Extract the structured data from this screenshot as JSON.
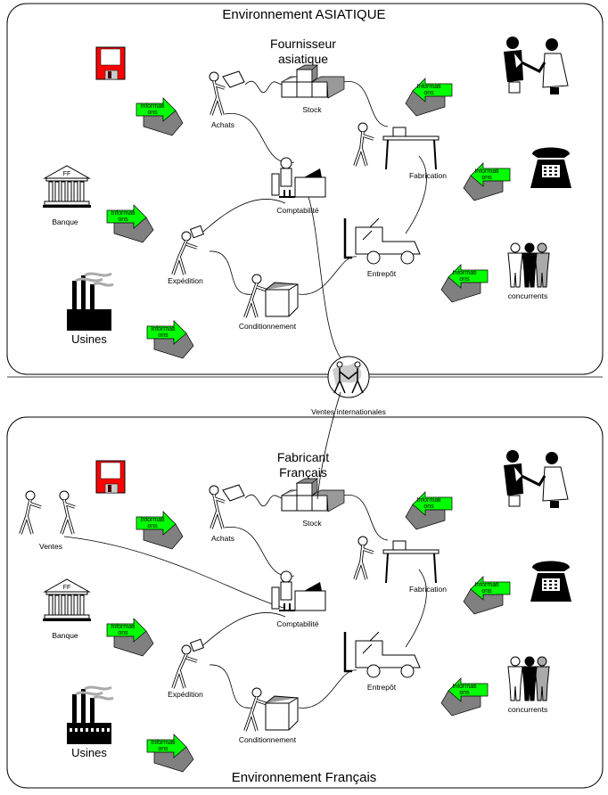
{
  "diagram": {
    "top_panel": {
      "title": "Environnement ASIATIQUE",
      "supplier": [
        "Fournisseur",
        "asiatique"
      ],
      "nodes": {
        "achats": "Achats",
        "stock": "Stock",
        "fabrication": "Fabrication",
        "comptabilite": "Comptabilité",
        "expedition": "Expédition",
        "entrepot": "Entrepôt",
        "conditionnement": "Conditionnement",
        "banque": "Banque",
        "usines": "Usines",
        "concurrents": "concurrents"
      }
    },
    "bottom_panel": {
      "title": "Environnement Français",
      "supplier": [
        "Fabricant",
        "Français"
      ],
      "nodes": {
        "ventes": "Ventes",
        "achats": "Achats",
        "stock": "Stock",
        "fabrication": "Fabrication",
        "comptabilite": "Comptabilité",
        "expedition": "Expédition",
        "entrepot": "Entrepôt",
        "conditionnement": "Conditionnement",
        "banque": "Banque",
        "usines": "Usines",
        "concurrents": "concurrents"
      }
    },
    "link": {
      "label": "Ventes internationales"
    },
    "info_label": [
      "Informati",
      "ons"
    ],
    "bank_sign": "FF",
    "colors": {
      "info_arrow": "#00ff00",
      "floppy": "#ff0000",
      "arrow_side": "#808080"
    },
    "icons": [
      "floppy-disk-icon",
      "handshake-icon",
      "telephone-icon",
      "competitors-icon",
      "bank-icon",
      "factory-icon",
      "buyer-icon",
      "stock-boxes-icon",
      "worker-icon",
      "accountant-icon",
      "shipper-icon",
      "forklift-icon",
      "packer-icon",
      "globe-handshake-icon",
      "information-arrow-icon"
    ]
  }
}
